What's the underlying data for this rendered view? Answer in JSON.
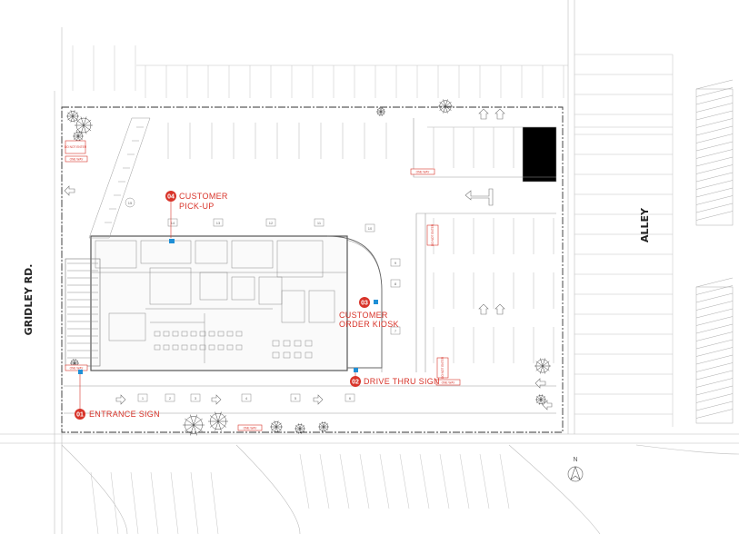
{
  "streets": {
    "left": "GRIDLEY RD.",
    "right": "ALLEY"
  },
  "callouts": [
    {
      "number": "01",
      "label": "ENTRANCE SIGN"
    },
    {
      "number": "02",
      "label": "DRIVE THRU SIGN"
    },
    {
      "number": "03",
      "line1": "CUSTOMER",
      "line2": "ORDER KIOSK"
    },
    {
      "number": "04",
      "line1": "CUSTOMER",
      "line2": "PICK-UP"
    }
  ],
  "signs": {
    "do_not_enter": "DO NOT ENTER",
    "one_way": "ONE WAY"
  },
  "drive_thru_stalls": [
    "1",
    "2",
    "3",
    "4",
    "5",
    "6"
  ],
  "pickup_stalls": [
    "14",
    "13",
    "12",
    "11",
    "10"
  ],
  "east_stalls": [
    "9",
    "8",
    "7"
  ],
  "west_stall": "15",
  "north_label": "N",
  "colors": {
    "accent": "#d8342a",
    "kiosk_marker": "#1f8fd6",
    "linework": "#8a8a8a"
  }
}
